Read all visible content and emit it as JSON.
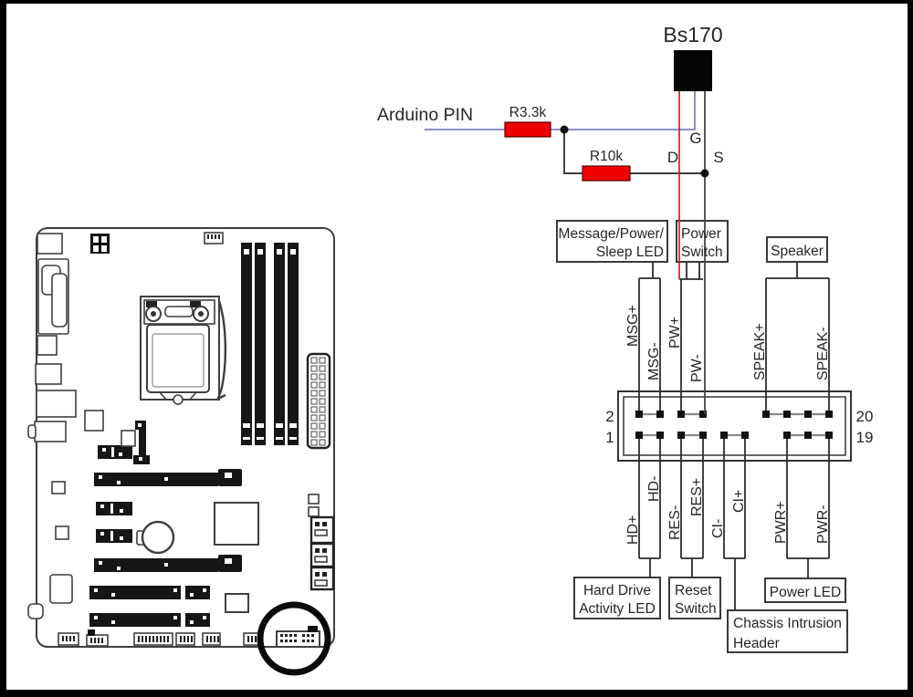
{
  "circuit": {
    "transistor_label": "Bs170",
    "pin_g": "G",
    "pin_d": "D",
    "pin_s": "S",
    "input_label": "Arduino PIN",
    "r1_label": "R3.3k",
    "r2_label": "R10k"
  },
  "connector": {
    "pin_num_top_left": "2",
    "pin_num_bottom_left": "1",
    "pin_num_top_right": "20",
    "pin_num_bottom_right": "19",
    "top_pin_labels": [
      "MSG+",
      "MSG-",
      "PW+",
      "PW-",
      "SPEAK+",
      "SPEAK-"
    ],
    "bottom_pin_labels": [
      "HD+",
      "HD-",
      "RES-",
      "RES+",
      "CI-",
      "CI+",
      "PWR+",
      "PWR-"
    ]
  },
  "boxes": {
    "msg_led": {
      "line1": "Message/Power/",
      "line2": "Sleep LED"
    },
    "power_switch": {
      "line1": "Power",
      "line2": "Switch"
    },
    "speaker": {
      "label": "Speaker"
    },
    "hdd_led": {
      "line1": "Hard Drive",
      "line2": "Activity LED"
    },
    "reset_switch": {
      "line1": "Reset",
      "line2": "Switch"
    },
    "power_led": {
      "label": "Power LED"
    },
    "chassis_intrusion": {
      "line1": "Chassis Intrusion",
      "line2": "Header"
    }
  },
  "colors": {
    "wire_gate_blue": "#7d7dc8",
    "wire_drain_red": "#cc2222",
    "resistor_fill": "#ee0202",
    "frame_border": "#000000"
  }
}
